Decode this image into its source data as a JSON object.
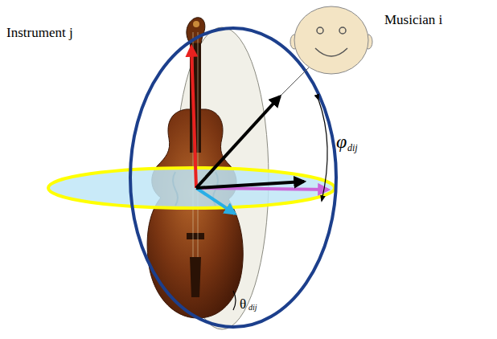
{
  "diagram": {
    "labels": [
      "Instrument j",
      "Musician i",
      "φ",
      "dij",
      "θ",
      "dij"
    ]
  }
}
